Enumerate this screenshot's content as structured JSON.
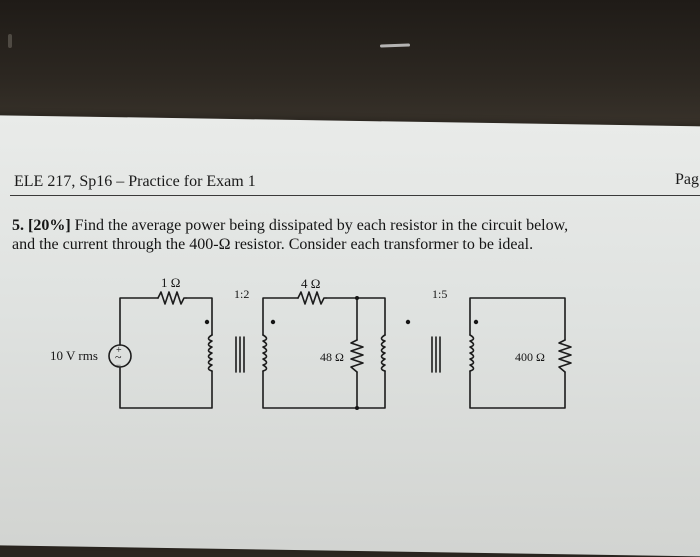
{
  "header": {
    "course_title": "ELE 217, Sp16 – Practice for Exam 1",
    "page_label": "Pag"
  },
  "problem": {
    "number": "5. [20%]",
    "text_line1": "Find the average power being dissipated by each resistor in the circuit below,",
    "text_line2": "and the current through the 400-Ω resistor. Consider each transformer to be ideal."
  },
  "circuit": {
    "source_label": "10 V rms",
    "source_plus": "+",
    "source_minus": "−",
    "source_tilde": "~",
    "r1_label": "1 Ω",
    "t1_ratio": "1:2",
    "r2_label": "4 Ω",
    "r3_label": "48 Ω",
    "t2_ratio": "1:5",
    "r4_label": "400 Ω"
  }
}
